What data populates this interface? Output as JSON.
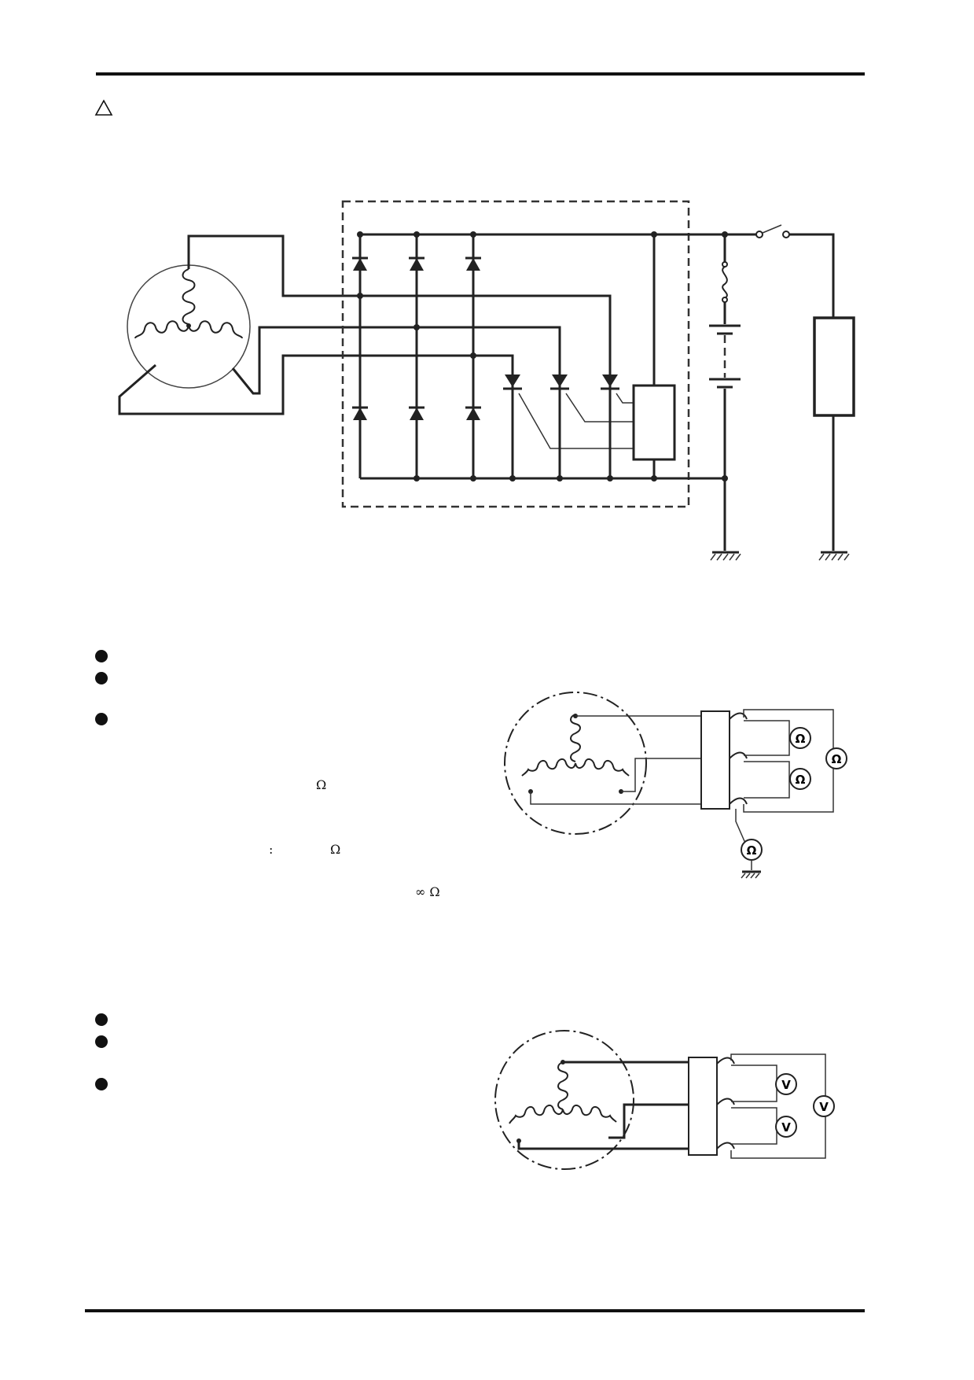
{
  "page": {
    "caution_icon": "triangle-caution-icon"
  },
  "resistance_section": {
    "bullets": 3,
    "ohm_1": "Ω",
    "colon": ":",
    "ohm_2": "Ω",
    "infinity_ohm": "∞ Ω"
  },
  "diagram_2": {
    "meter_labels": [
      "Ω",
      "Ω",
      "Ω",
      "Ω"
    ]
  },
  "voltage_section": {
    "bullets": 3
  },
  "diagram_3": {
    "meter_labels": [
      "V",
      "V",
      "V"
    ]
  }
}
